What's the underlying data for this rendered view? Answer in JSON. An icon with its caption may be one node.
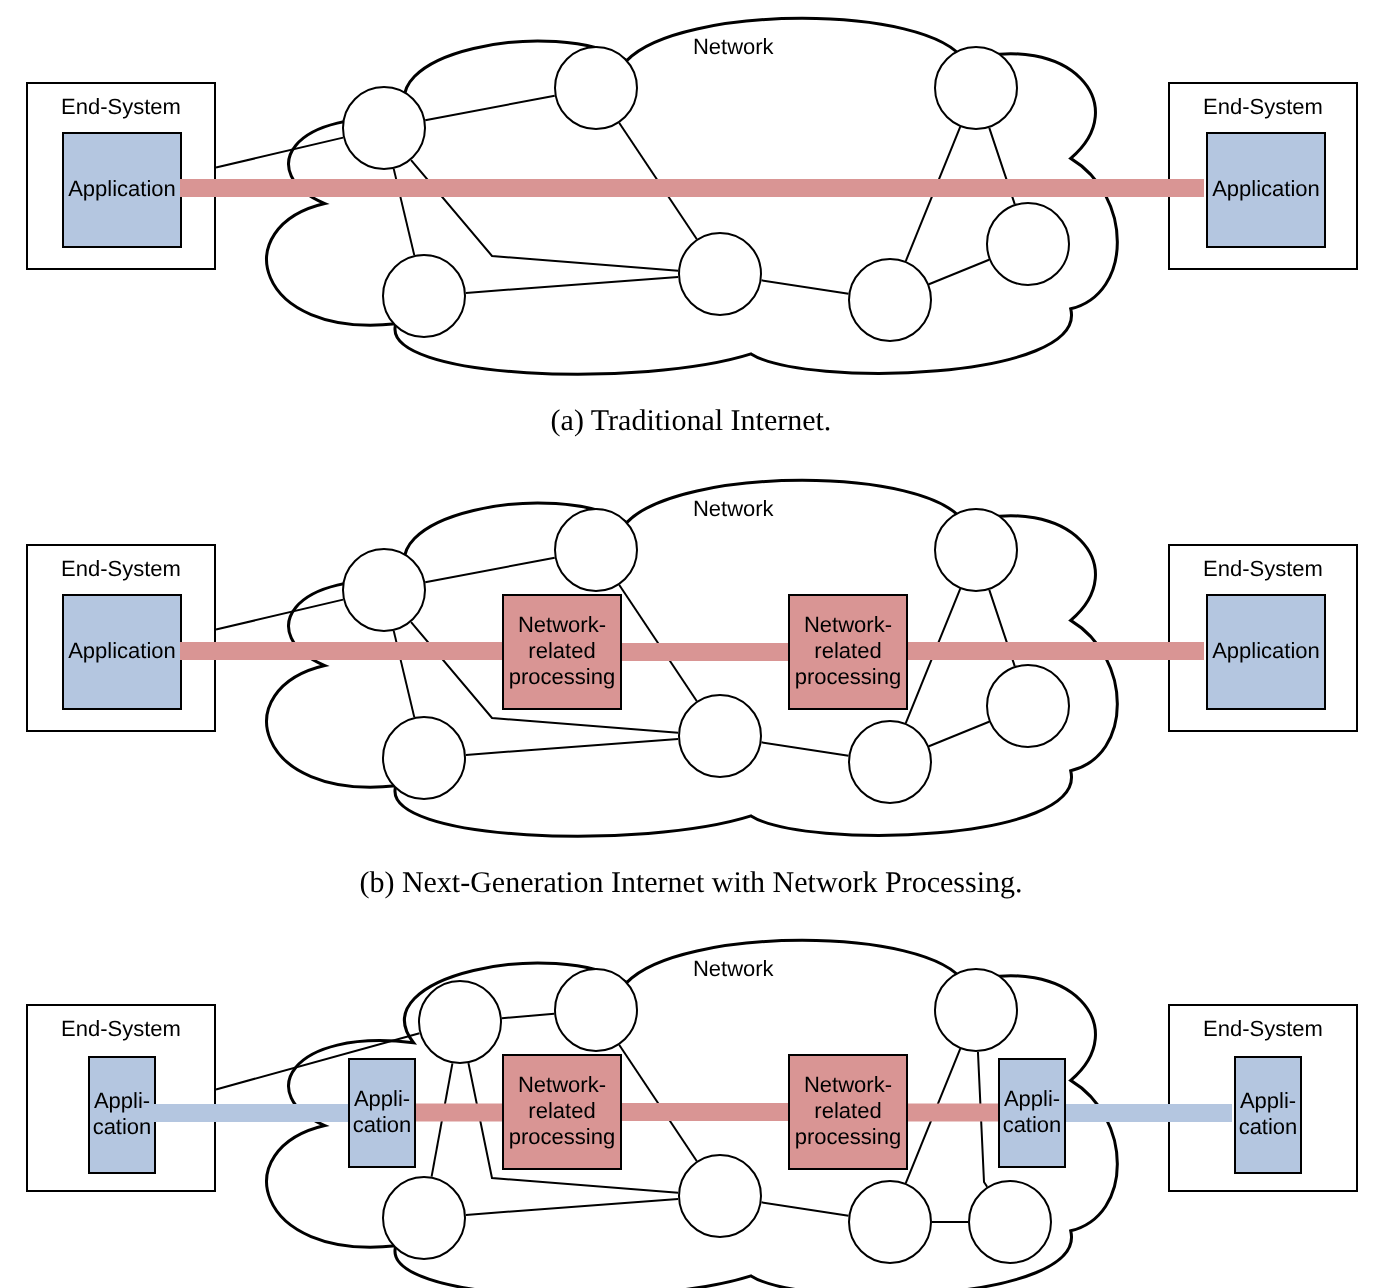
{
  "diagram": {
    "nodes": [
      {
        "text": [
          "End-System"
        ]
      },
      {
        "text": [
          "Application"
        ],
        "in": 0
      },
      {
        "text": [
          "Network"
        ]
      },
      {
        "text": [],
        "shape": "circle",
        "in": 2
      },
      {
        "text": [],
        "shape": "circle",
        "in": 2
      },
      {
        "text": [],
        "shape": "circle",
        "in": 2
      },
      {
        "text": [],
        "shape": "circle",
        "in": 2
      },
      {
        "text": [],
        "shape": "circle",
        "in": 2
      },
      {
        "text": [],
        "shape": "circle",
        "in": 2
      },
      {
        "text": [],
        "shape": "circle",
        "in": 2
      },
      {
        "text": [
          "End-System"
        ]
      },
      {
        "text": [
          "Application"
        ],
        "in": 10
      },
      {
        "text": [
          "End-System"
        ]
      },
      {
        "text": [
          "Application"
        ],
        "in": 12
      },
      {
        "text": [
          "Network"
        ]
      },
      {
        "text": [],
        "shape": "circle",
        "in": 14
      },
      {
        "text": [],
        "shape": "circle",
        "in": 14
      },
      {
        "text": [],
        "shape": "circle",
        "in": 14
      },
      {
        "text": [],
        "shape": "circle",
        "in": 14
      },
      {
        "text": [],
        "shape": "circle",
        "in": 14
      },
      {
        "text": [],
        "shape": "circle",
        "in": 14
      },
      {
        "text": [],
        "shape": "circle",
        "in": 14
      },
      {
        "text": [
          "Network-related processing"
        ],
        "in": 14
      },
      {
        "text": [
          "Network-related processing"
        ],
        "in": 14
      },
      {
        "text": [
          "End-System"
        ]
      },
      {
        "text": [
          "Application"
        ],
        "in": 24
      },
      {
        "text": [
          "End-System"
        ]
      },
      {
        "text": [
          "Appli-cation"
        ],
        "in": 26
      },
      {
        "text": [
          "Network"
        ]
      },
      {
        "text": [],
        "shape": "circle",
        "in": 28
      },
      {
        "text": [],
        "shape": "circle",
        "in": 28
      },
      {
        "text": [],
        "shape": "circle",
        "in": 28
      },
      {
        "text": [],
        "shape": "circle",
        "in": 28
      },
      {
        "text": [],
        "shape": "circle",
        "in": 28
      },
      {
        "text": [],
        "shape": "circle",
        "in": 28
      },
      {
        "text": [],
        "shape": "circle",
        "in": 28
      },
      {
        "text": [
          "Appli-cation"
        ],
        "in": 28
      },
      {
        "text": [
          "Network-related processing"
        ],
        "in": 28
      },
      {
        "text": [
          "Network-related processing"
        ],
        "in": 28
      },
      {
        "text": [
          "Appli-cation"
        ],
        "in": 28
      },
      {
        "text": [
          "End-System"
        ]
      },
      {
        "text": [
          "Appli-cation"
        ],
        "in": 40
      }
    ],
    "edges": [
      {
        "from": 0,
        "to": 3,
        "arrow": "none"
      },
      {
        "from": 3,
        "to": 4,
        "arrow": "none"
      },
      {
        "from": 3,
        "to": 5,
        "arrow": "none"
      },
      {
        "from": 3,
        "to": 6,
        "arrow": "none"
      },
      {
        "from": 4,
        "to": 6,
        "arrow": "none"
      },
      {
        "from": 5,
        "to": 6,
        "arrow": "none"
      },
      {
        "from": 6,
        "to": 7,
        "arrow": "none"
      },
      {
        "from": 7,
        "to": 8,
        "arrow": "none"
      },
      {
        "from": 7,
        "to": 9,
        "arrow": "none"
      },
      {
        "from": 8,
        "to": 9,
        "arrow": "none"
      },
      {
        "from": 1,
        "to": 11,
        "arrow": "none",
        "style": "thick",
        "color": "#d99594"
      },
      {
        "from": 12,
        "to": 15,
        "arrow": "none"
      },
      {
        "from": 15,
        "to": 16,
        "arrow": "none"
      },
      {
        "from": 15,
        "to": 17,
        "arrow": "none"
      },
      {
        "from": 15,
        "to": 18,
        "arrow": "none"
      },
      {
        "from": 16,
        "to": 18,
        "arrow": "none"
      },
      {
        "from": 17,
        "to": 18,
        "arrow": "none"
      },
      {
        "from": 18,
        "to": 19,
        "arrow": "none"
      },
      {
        "from": 19,
        "to": 20,
        "arrow": "none"
      },
      {
        "from": 19,
        "to": 21,
        "arrow": "none"
      },
      {
        "from": 20,
        "to": 21,
        "arrow": "none"
      },
      {
        "from": 13,
        "to": 22,
        "arrow": "none",
        "style": "thick",
        "color": "#d99594"
      },
      {
        "from": 22,
        "to": 23,
        "arrow": "none",
        "style": "thick",
        "color": "#d99594"
      },
      {
        "from": 23,
        "to": 25,
        "arrow": "none",
        "style": "thick",
        "color": "#d99594"
      },
      {
        "from": 26,
        "to": 29,
        "arrow": "none"
      },
      {
        "from": 29,
        "to": 30,
        "arrow": "none"
      },
      {
        "from": 29,
        "to": 31,
        "arrow": "none"
      },
      {
        "from": 29,
        "to": 32,
        "arrow": "none"
      },
      {
        "from": 30,
        "to": 32,
        "arrow": "none"
      },
      {
        "from": 31,
        "to": 32,
        "arrow": "none"
      },
      {
        "from": 32,
        "to": 33,
        "arrow": "none"
      },
      {
        "from": 33,
        "to": 34,
        "arrow": "none"
      },
      {
        "from": 33,
        "to": 35,
        "arrow": "none"
      },
      {
        "from": 34,
        "to": 35,
        "arrow": "none"
      },
      {
        "from": 27,
        "to": 36,
        "arrow": "none",
        "style": "thick",
        "color": "#b4c6e0"
      },
      {
        "from": 36,
        "to": 37,
        "arrow": "none",
        "style": "thick",
        "color": "#d99594"
      },
      {
        "from": 37,
        "to": 38,
        "arrow": "none",
        "style": "thick",
        "color": "#d99594"
      },
      {
        "from": 38,
        "to": 39,
        "arrow": "none",
        "style": "thick",
        "color": "#d99594"
      },
      {
        "from": 39,
        "to": 41,
        "arrow": "none",
        "style": "thick",
        "color": "#b4c6e0"
      }
    ],
    "labels": [
      "(a) Traditional Internet.",
      "(b) Next-Generation Internet with Network Processing."
    ]
  }
}
